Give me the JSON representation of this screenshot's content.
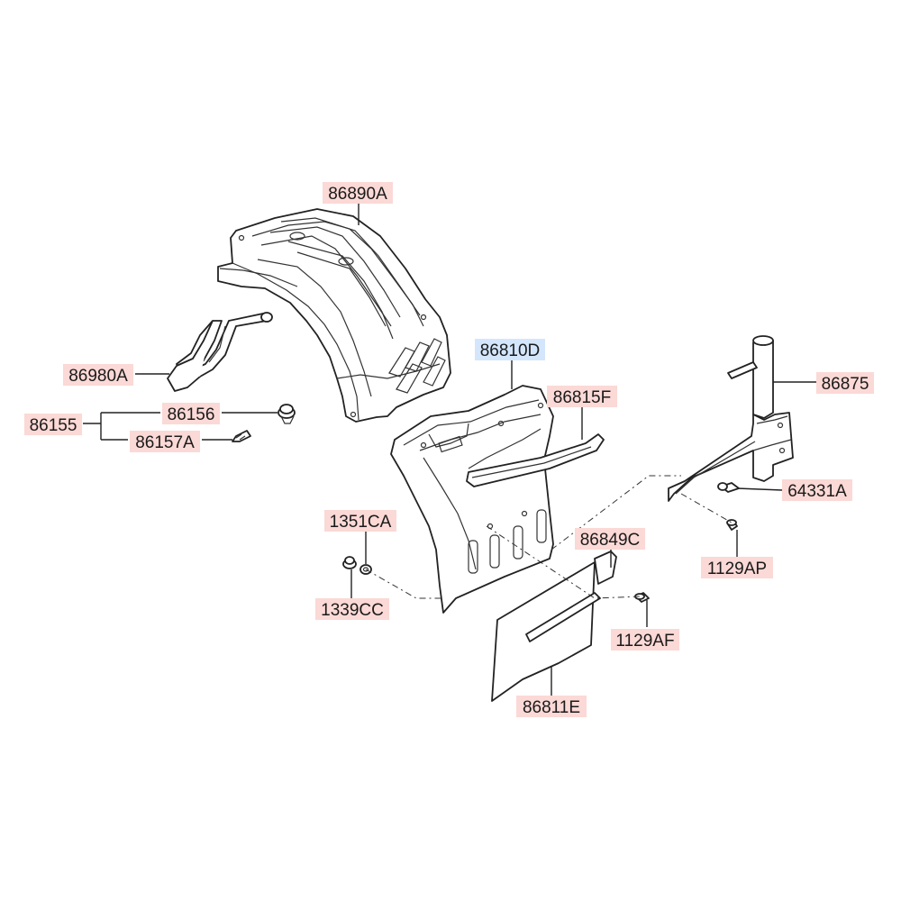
{
  "diagram": {
    "parts": [
      {
        "id": "p1",
        "name": "label-86890a",
        "text": "86890A",
        "highlight": false
      },
      {
        "id": "p2",
        "name": "label-86980a",
        "text": "86980A",
        "highlight": false
      },
      {
        "id": "p3",
        "name": "label-86155",
        "text": "86155",
        "highlight": false
      },
      {
        "id": "p4",
        "name": "label-86156",
        "text": "86156",
        "highlight": false
      },
      {
        "id": "p5",
        "name": "label-86157a",
        "text": "86157A",
        "highlight": false
      },
      {
        "id": "p6",
        "name": "label-86810d",
        "text": "86810D",
        "highlight": true
      },
      {
        "id": "p7",
        "name": "label-86815f",
        "text": "86815F",
        "highlight": false
      },
      {
        "id": "p8",
        "name": "label-86875",
        "text": "86875",
        "highlight": false
      },
      {
        "id": "p9",
        "name": "label-64331a",
        "text": "64331A",
        "highlight": false
      },
      {
        "id": "p10",
        "name": "label-1351ca",
        "text": "1351CA",
        "highlight": false
      },
      {
        "id": "p11",
        "name": "label-86849c",
        "text": "86849C",
        "highlight": false
      },
      {
        "id": "p12",
        "name": "label-1129ap",
        "text": "1129AP",
        "highlight": false
      },
      {
        "id": "p13",
        "name": "label-1339cc",
        "text": "1339CC",
        "highlight": false
      },
      {
        "id": "p14",
        "name": "label-1129af",
        "text": "1129AF",
        "highlight": false
      },
      {
        "id": "p15",
        "name": "label-86811e",
        "text": "86811E",
        "highlight": false
      }
    ],
    "colors": {
      "label_background": "#fbd9d6",
      "highlight_background": "#d3e6fb",
      "line": "#222222"
    }
  }
}
